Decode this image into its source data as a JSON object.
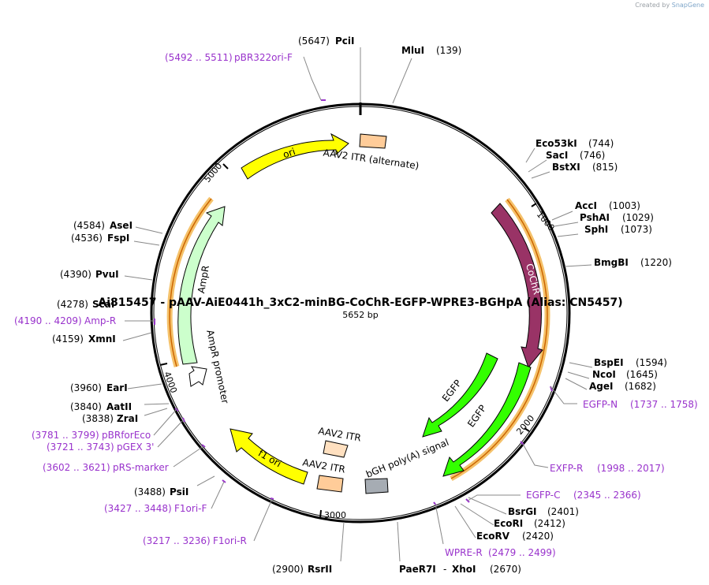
{
  "credit": {
    "prefix": "Created by",
    "brand": "SnapGene"
  },
  "plasmid": {
    "name": "Ai815457 - pAAV-AiE0441h_3xC2-minBG-CoChR-EGFP-WPRE3-BGHpA (Alias: CN5457)",
    "length_label": "5652 bp",
    "length": 5652
  },
  "ticks": [
    "1000",
    "2000",
    "3000",
    "4000",
    "5000"
  ],
  "sites": [
    {
      "name": "PciI",
      "pos": "(5647)"
    },
    {
      "name": "MluI",
      "pos": "(139)"
    },
    {
      "name": "Eco53kI",
      "pos": "(744)"
    },
    {
      "name": "SacI",
      "pos": "(746)"
    },
    {
      "name": "BstXI",
      "pos": "(815)"
    },
    {
      "name": "AccI",
      "pos": "(1003)"
    },
    {
      "name": "PshAI",
      "pos": "(1029)"
    },
    {
      "name": "SphI",
      "pos": "(1073)"
    },
    {
      "name": "BmgBI",
      "pos": "(1220)"
    },
    {
      "name": "BspEI",
      "pos": "(1594)"
    },
    {
      "name": "NcoI",
      "pos": "(1645)"
    },
    {
      "name": "AgeI",
      "pos": "(1682)"
    },
    {
      "name": "BsrGI",
      "pos": "(2401)"
    },
    {
      "name": "EcoRI",
      "pos": "(2412)"
    },
    {
      "name": "EcoRV",
      "pos": "(2420)"
    },
    {
      "name": "PaeR7I",
      "pos": "(2670)"
    },
    {
      "name": "XhoI",
      "pos": ""
    },
    {
      "name": "RsrII",
      "pos": "(2900)"
    },
    {
      "name": "PsiI",
      "pos": "(3488)"
    },
    {
      "name": "ZraI",
      "pos": "(3838)"
    },
    {
      "name": "AatII",
      "pos": "(3840)"
    },
    {
      "name": "EarI",
      "pos": "(3960)"
    },
    {
      "name": "XmnI",
      "pos": "(4159)"
    },
    {
      "name": "ScaI",
      "pos": "(4278)"
    },
    {
      "name": "PvuI",
      "pos": "(4390)"
    },
    {
      "name": "FspI",
      "pos": "(4536)"
    },
    {
      "name": "AseI",
      "pos": "(4584)"
    }
  ],
  "primers": [
    {
      "name": "pBR322ori-F",
      "range": "(5492 .. 5511)"
    },
    {
      "name": "EGFP-N",
      "range": "(1737 .. 1758)"
    },
    {
      "name": "EXFP-R",
      "range": "(1998 .. 2017)"
    },
    {
      "name": "EGFP-C",
      "range": "(2345 .. 2366)"
    },
    {
      "name": "WPRE-R",
      "range": "(2479 .. 2499)"
    },
    {
      "name": "F1ori-R",
      "range": "(3217 .. 3236)"
    },
    {
      "name": "F1ori-F",
      "range": "(3427 .. 3448)"
    },
    {
      "name": "pRS-marker",
      "range": "(3602 .. 3621)"
    },
    {
      "name": "pGEX 3'",
      "range": "(3721 .. 3743)"
    },
    {
      "name": "pBRforEco",
      "range": "(3781 .. 3799)"
    },
    {
      "name": "Amp-R",
      "range": "(4190 .. 4209)"
    }
  ],
  "features": [
    {
      "name": "ori",
      "color": "#ffff00"
    },
    {
      "name": "AAV2 ITR (alternate)",
      "color": "#ffcc99"
    },
    {
      "name": "CoChR",
      "color": "#993366"
    },
    {
      "name": "EGFP",
      "color": "#33ff00"
    },
    {
      "name": "EGFP",
      "color": "#33ff00"
    },
    {
      "name": "bGH poly(A) signal",
      "color": "#a6acb3"
    },
    {
      "name": "AAV2 ITR",
      "color": "#ffcc99"
    },
    {
      "name": "AAV2 ITR",
      "color": "#ffcc99"
    },
    {
      "name": "f1 ori",
      "color": "#ffff00"
    },
    {
      "name": "AmpR promoter",
      "color": "#ffffff"
    },
    {
      "name": "AmpR",
      "color": "#ccffcc"
    }
  ],
  "colors": {
    "enzyme_text": "#000000",
    "primer_text": "#9933cc",
    "primer_mark": "#9933cc",
    "backbone": "#000000",
    "highlight_arc": "#f5c26b",
    "orange_arc": "#cc6600"
  }
}
